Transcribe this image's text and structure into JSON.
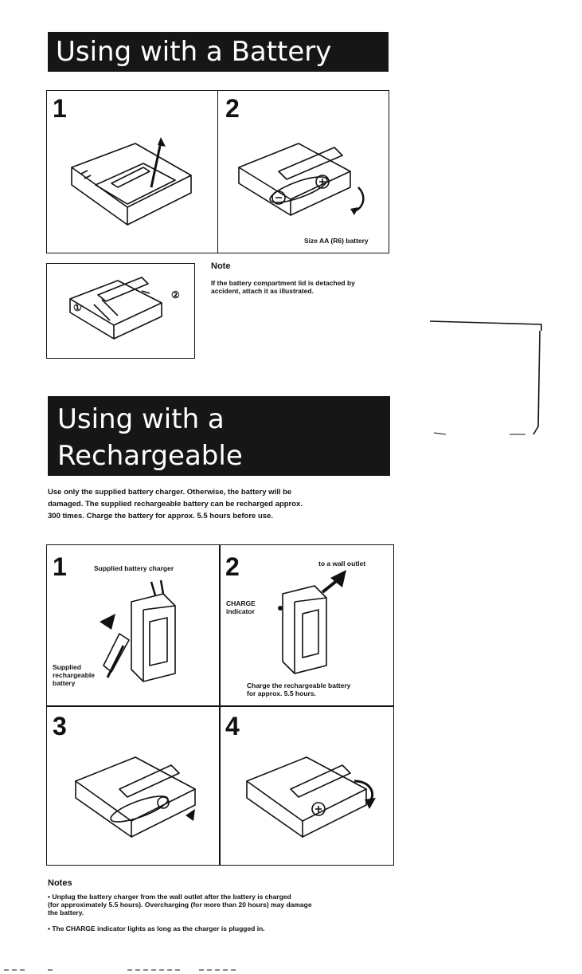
{
  "section1": {
    "title": "Using with a Battery",
    "steps": [
      "1",
      "2"
    ],
    "battery_caption": "Size AA (R6) battery",
    "callouts": [
      "①",
      "②"
    ],
    "note": {
      "heading": "Note",
      "text": "If the battery compartment lid is detached by\naccident, attach it as illustrated."
    }
  },
  "section2": {
    "title_line1": "Using with a Rechargeable",
    "title_line2": "Battery",
    "intro": "Use only the supplied battery charger. Otherwise, the battery will be\ndamaged. The supplied rechargeable battery can be recharged approx.\n300 times. Charge the battery for approx. 5.5 hours before use.",
    "steps": [
      "1",
      "2",
      "3",
      "4"
    ],
    "step1_caption": "Supplied battery charger",
    "step1_label_battery": "Supplied\nrechargeable\nbattery",
    "step2_caption": "to a wall outlet",
    "step2_label_charge": "CHARGE\nindicator",
    "step2_instruction": "Charge the rechargeable battery\nfor approx. 5.5 hours.",
    "notes_heading": "Notes",
    "notes": [
      "• Unplug the battery charger from the wall outlet after the battery is charged\n  (for approximately 5.5 hours). Overcharging (for more than 20 hours) may damage\n  the battery.",
      "• The CHARGE indicator lights as long as the charger is plugged in."
    ]
  }
}
